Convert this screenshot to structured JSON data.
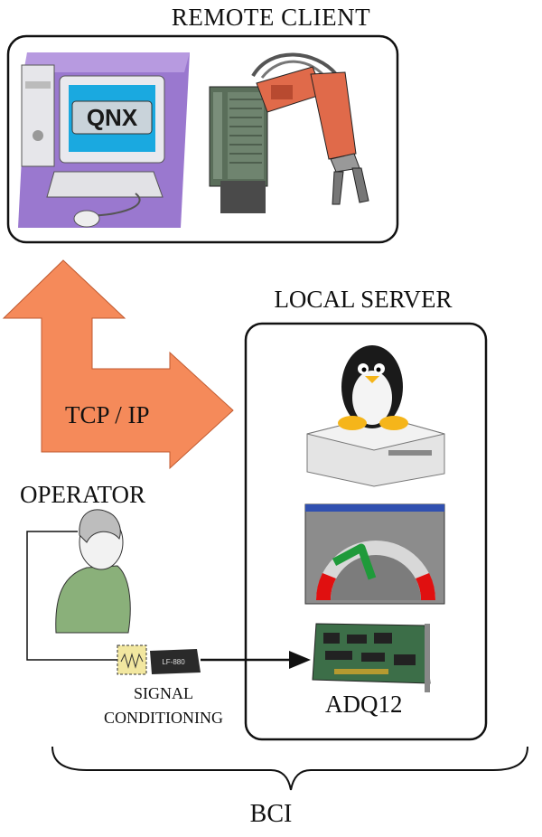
{
  "remote_client": {
    "title": "REMOTE CLIENT",
    "os_logo": "QNX"
  },
  "local_server": {
    "title": "LOCAL SERVER"
  },
  "network": {
    "label": "TCP / IP"
  },
  "operator": {
    "title": "OPERATOR"
  },
  "signal_conditioning": {
    "line1": "SIGNAL",
    "line2": "CONDITIONING",
    "device_label": "LF-880"
  },
  "daq": {
    "label": "ADQ12"
  },
  "system": {
    "label": "BCI"
  },
  "colors": {
    "arrow_fill": "#f58a5a",
    "gauge_red": "#e01010",
    "arm_green": "#1f9a3a",
    "board_green": "#3c6e48"
  },
  "icons": [
    "qnx-workstation-icon",
    "robot-arm-icon",
    "linux-penguin-server-icon",
    "gauge-display-icon",
    "daq-board-icon",
    "operator-person-icon",
    "signal-amplifier-icon"
  ]
}
